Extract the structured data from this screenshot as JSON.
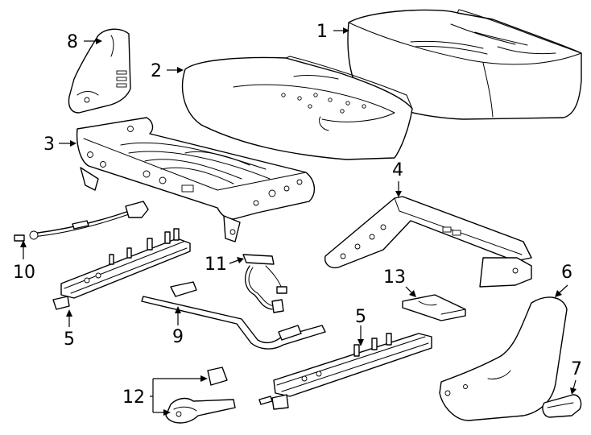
{
  "callouts": [
    {
      "id": "c1",
      "label": "1",
      "part": "seat-cushion-cover"
    },
    {
      "id": "c2",
      "label": "2",
      "part": "seat-cushion-pad"
    },
    {
      "id": "c3",
      "label": "3",
      "part": "seat-frame"
    },
    {
      "id": "c4",
      "label": "4",
      "part": "frame-support-bracket"
    },
    {
      "id": "c5a",
      "label": "5",
      "part": "seat-track-left"
    },
    {
      "id": "c5b",
      "label": "5",
      "part": "seat-track-right"
    },
    {
      "id": "c6",
      "label": "6",
      "part": "outer-side-shield"
    },
    {
      "id": "c7",
      "label": "7",
      "part": "adjuster-knob"
    },
    {
      "id": "c8",
      "label": "8",
      "part": "inner-side-shield"
    },
    {
      "id": "c9",
      "label": "9",
      "part": "release-rod"
    },
    {
      "id": "c10",
      "label": "10",
      "part": "cable-assembly"
    },
    {
      "id": "c11",
      "label": "11",
      "part": "wiring-harness"
    },
    {
      "id": "c12",
      "label": "12",
      "part": "track-cover-set"
    },
    {
      "id": "c13",
      "label": "13",
      "part": "support-pad"
    }
  ],
  "colors": {
    "line": "#000000",
    "fill": "#ffffff",
    "background": "#ffffff"
  }
}
